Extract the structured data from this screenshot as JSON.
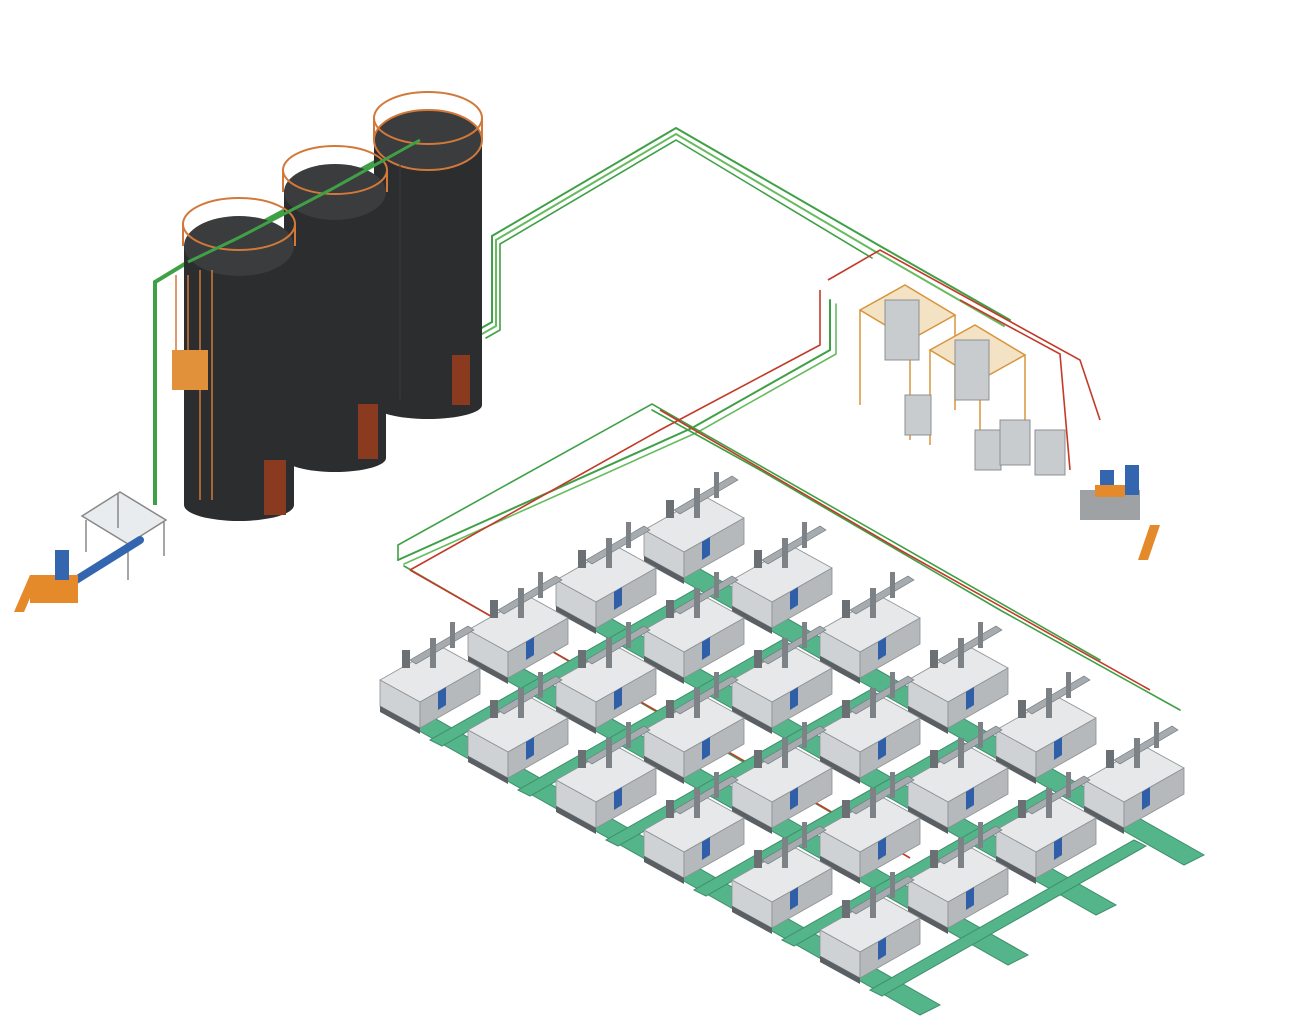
{
  "diagram": {
    "description_visible_text": [],
    "colors": {
      "silo_body": "#2b2d2e",
      "silo_top": "#3a3c3d",
      "silo_door": "#8a3a1f",
      "railing": "#d2783a",
      "green_pipe": "#3fa046",
      "red_pipe": "#c23b2a",
      "conveyor": "#55b58a",
      "machine_body": "#cfd2d4",
      "machine_dark": "#5a5f63",
      "machine_blue": "#2f5fa8",
      "blower_blue": "#3466b0",
      "blower_orange": "#e48a2a",
      "frame_orange": "#d7953b"
    },
    "silos": [
      {
        "name": "silo-1"
      },
      {
        "name": "silo-2"
      },
      {
        "name": "silo-3"
      }
    ],
    "machine_rows": 6,
    "machine_cols": 4
  }
}
